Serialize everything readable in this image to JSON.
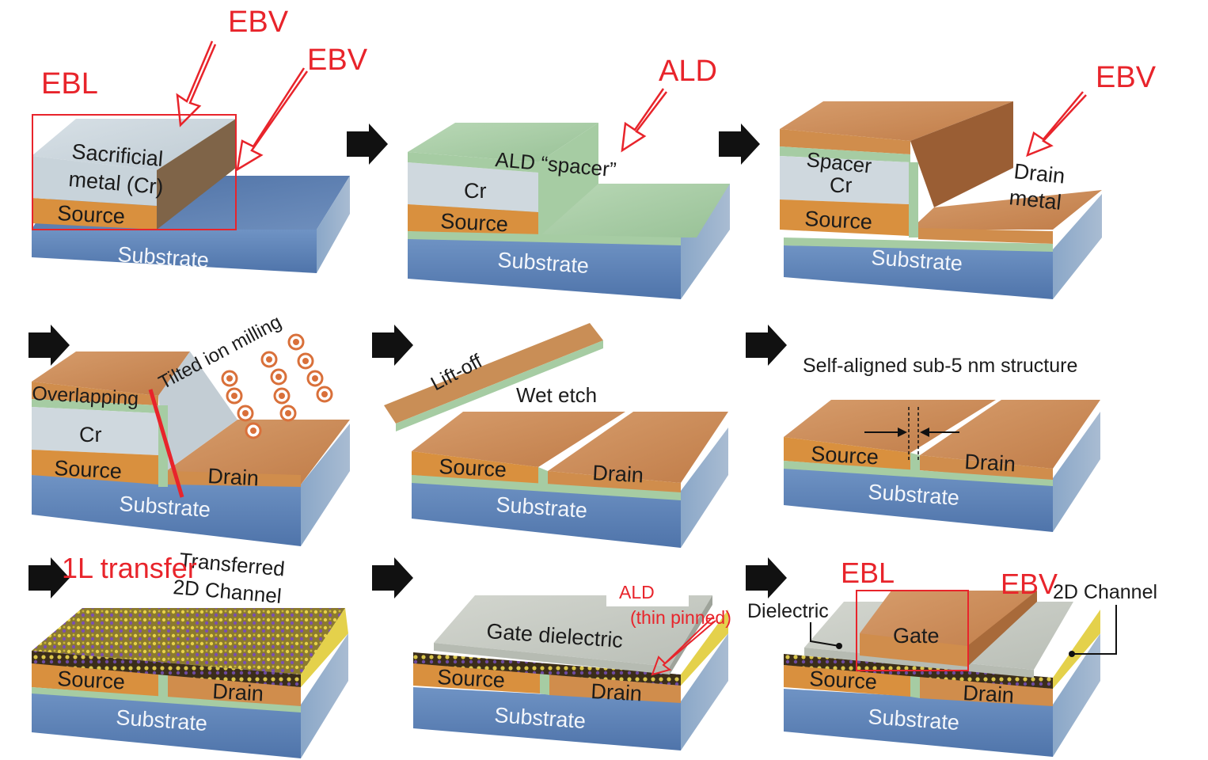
{
  "colors": {
    "substrate_side": "#5b82b8",
    "substrate_top": "#9db8d6",
    "source": "#d9903e",
    "source_top": "#e8ae6d",
    "cr": "#cfd8de",
    "spacer": "#a9cfa5",
    "drain": "#cc8a52",
    "gate_dielectric": "#c7cbc4",
    "annotation_red": "#e8242b",
    "arrow_black": "#111111"
  },
  "panels": {
    "p1": {
      "substrate": "Substrate",
      "source": "Source",
      "sacrificial": [
        "Sacrificial",
        "metal (Cr)"
      ],
      "ann_ebl": "EBL",
      "ann_ebv_1": "EBV",
      "ann_ebv_2": "EBV"
    },
    "p2": {
      "substrate": "Substrate",
      "source": "Source",
      "cr": "Cr",
      "spacer": "ALD “spacer”",
      "ann_ald": "ALD"
    },
    "p3": {
      "substrate": "Substrate",
      "source": "Source",
      "spacer": "Spacer",
      "cr": "Cr",
      "drain": [
        "Drain",
        "metal"
      ],
      "ann_ebv": "EBV"
    },
    "p4": {
      "substrate": "Substrate",
      "source": "Source",
      "cr": "Cr",
      "overlapping": "Overlapping",
      "drain": "Drain",
      "milling": "Tilted ion milling"
    },
    "p5": {
      "substrate": "Substrate",
      "source": "Source",
      "drain": "Drain",
      "liftoff": "Lift-off",
      "wetetch": "Wet etch"
    },
    "p6": {
      "substrate": "Substrate",
      "source": "Source",
      "drain": "Drain",
      "title": "Self-aligned sub-5 nm structure"
    },
    "p7": {
      "substrate": "Substrate",
      "source": "Source",
      "drain": "Drain",
      "transferred": [
        "Transferred",
        "2D Channel"
      ],
      "ann_transfer": "1L transfer"
    },
    "p8": {
      "substrate": "Substrate",
      "source": "Source",
      "drain": "Drain",
      "gate_dielectric": "Gate dielectric",
      "ann_ald": "ALD",
      "ann_thin": "(thin pinned)"
    },
    "p9": {
      "substrate": "Substrate",
      "source": "Source",
      "drain": "Drain",
      "gate": "Gate",
      "dielectric": "Dielectric",
      "channel": "2D Channel",
      "ann_ebl": "EBL",
      "ann_ebv": "EBV"
    }
  }
}
